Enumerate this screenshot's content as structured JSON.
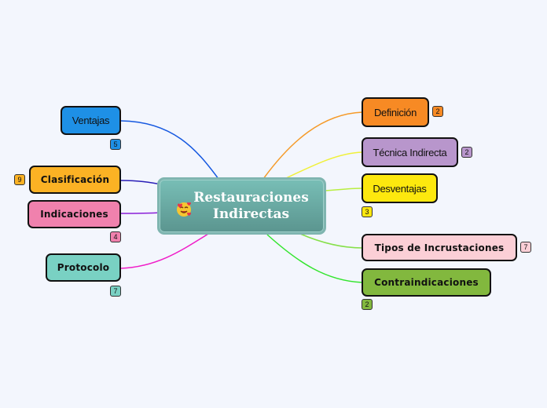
{
  "central": {
    "line1": "Restauraciones",
    "line2": "Indirectas"
  },
  "topics": [
    {
      "id": "ventajas",
      "label": "Ventajas",
      "color": "#1e90e6",
      "line_color": "#1558e0",
      "count": "5"
    },
    {
      "id": "clasificacion",
      "label": "Clasificación",
      "color": "#fbb224",
      "line_color": "#2a1fb8",
      "count": "9"
    },
    {
      "id": "indicaciones",
      "label": "Indicaciones",
      "color": "#f081ad",
      "line_color": "#8a1fd8",
      "count": "4"
    },
    {
      "id": "protocolo",
      "label": "Protocolo",
      "color": "#79d1c3",
      "line_color": "#f01cc8",
      "count": "7"
    },
    {
      "id": "definicion",
      "label": "Definición",
      "color": "#f78a24",
      "line_color": "#f59a28",
      "count": "2"
    },
    {
      "id": "tecnica-indirecta",
      "label": "Técnica Indirecta",
      "color": "#b896cc",
      "line_color": "#f0f03a",
      "count": "2"
    },
    {
      "id": "desventajas",
      "label": "Desventajas",
      "color": "#fde80e",
      "line_color": "#b8ee40",
      "count": "3"
    },
    {
      "id": "tipos-de-incrustaciones",
      "label": "Tipos de Incrustaciones",
      "color": "#fbcfd6",
      "line_color": "#86e04a",
      "count": "7"
    },
    {
      "id": "contraindicaciones",
      "label": "Contraindicaciones",
      "color": "#82b83e",
      "line_color": "#33e52e",
      "count": "2"
    }
  ]
}
